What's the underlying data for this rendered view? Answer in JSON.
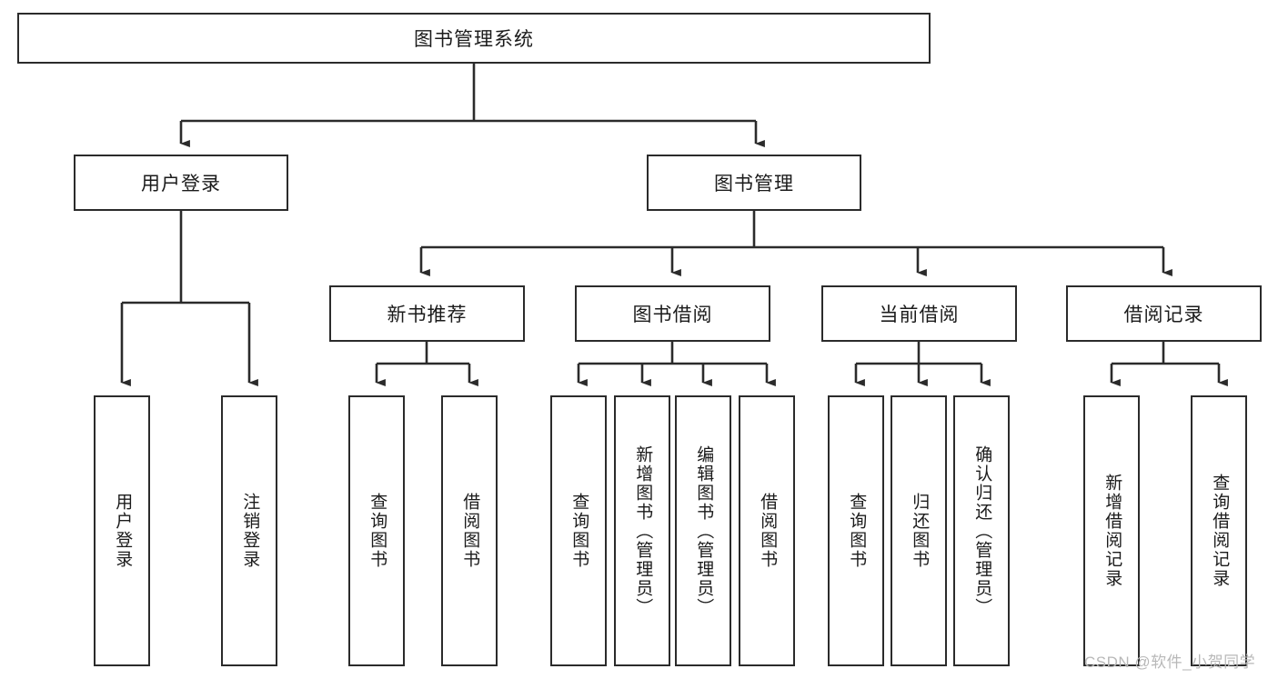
{
  "diagram": {
    "title": "图书管理系统",
    "type": "tree",
    "root": {
      "id": "root",
      "label": "图书管理系统"
    },
    "level2": [
      {
        "id": "user-login",
        "label": "用户登录"
      },
      {
        "id": "book-manage",
        "label": "图书管理"
      }
    ],
    "level3": [
      {
        "id": "new-book-recommend",
        "label": "新书推荐",
        "parent": "book-manage"
      },
      {
        "id": "book-borrow",
        "label": "图书借阅",
        "parent": "book-manage"
      },
      {
        "id": "current-borrow",
        "label": "当前借阅",
        "parent": "book-manage"
      },
      {
        "id": "borrow-record",
        "label": "借阅记录",
        "parent": "book-manage"
      }
    ],
    "leaves": [
      {
        "id": "leaf-user-login",
        "label": "用户登录",
        "parent": "user-login"
      },
      {
        "id": "leaf-user-logout",
        "label": "注销登录",
        "parent": "user-login"
      },
      {
        "id": "leaf-query-book-1",
        "label": "查询图书",
        "parent": "new-book-recommend"
      },
      {
        "id": "leaf-borrow-book-1",
        "label": "借阅图书",
        "parent": "new-book-recommend"
      },
      {
        "id": "leaf-query-book-2",
        "label": "查询图书",
        "parent": "book-borrow"
      },
      {
        "id": "leaf-add-book",
        "label": "新增图书（管理员）",
        "parent": "book-borrow"
      },
      {
        "id": "leaf-edit-book",
        "label": "编辑图书（管理员）",
        "parent": "book-borrow"
      },
      {
        "id": "leaf-borrow-book-2",
        "label": "借阅图书",
        "parent": "book-borrow"
      },
      {
        "id": "leaf-query-book-3",
        "label": "查询图书",
        "parent": "current-borrow"
      },
      {
        "id": "leaf-return-book",
        "label": "归还图书",
        "parent": "current-borrow"
      },
      {
        "id": "leaf-confirm-return",
        "label": "确认归还（管理员）",
        "parent": "current-borrow"
      },
      {
        "id": "leaf-add-record",
        "label": "新增借阅记录",
        "parent": "borrow-record"
      },
      {
        "id": "leaf-query-record",
        "label": "查询借阅记录",
        "parent": "borrow-record"
      }
    ],
    "colors": {
      "stroke": "#2b2b2b",
      "text": "#1b1b1b",
      "background": "#ffffff",
      "watermark": "#b8b8b8"
    }
  },
  "watermark": {
    "text": "CSDN @软件_小贺同学"
  }
}
